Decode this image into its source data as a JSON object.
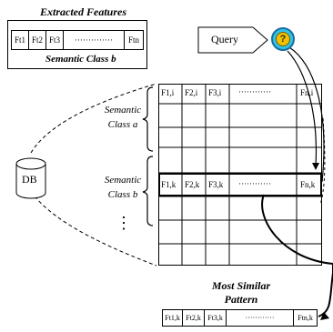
{
  "extracted": {
    "title": "Extracted Features",
    "cells": [
      "Ft1",
      "Ft2",
      "Ft3",
      "··············",
      "Ftn"
    ],
    "class_label": "Semantic Class b"
  },
  "query": {
    "label": "Query",
    "icon": "?"
  },
  "db": {
    "label": "DB"
  },
  "matrix": {
    "class_a_label": [
      "Semantic",
      "Class a"
    ],
    "class_b_label": [
      "Semantic",
      "Class b"
    ],
    "row_i": [
      "F1,i",
      "F2,i",
      "F3,i",
      "············",
      "Fn,i"
    ],
    "row_k": [
      "F1,k",
      "F2,k",
      "F3,k",
      "············",
      "Fn,k"
    ],
    "ellipsis": "⋮"
  },
  "result": {
    "title_line1": "Most Similar",
    "title_line2": "Pattern",
    "cells": [
      "Ft1,k",
      "Ft2,k",
      "Ft3,k",
      "············",
      "Ftn,k"
    ]
  }
}
